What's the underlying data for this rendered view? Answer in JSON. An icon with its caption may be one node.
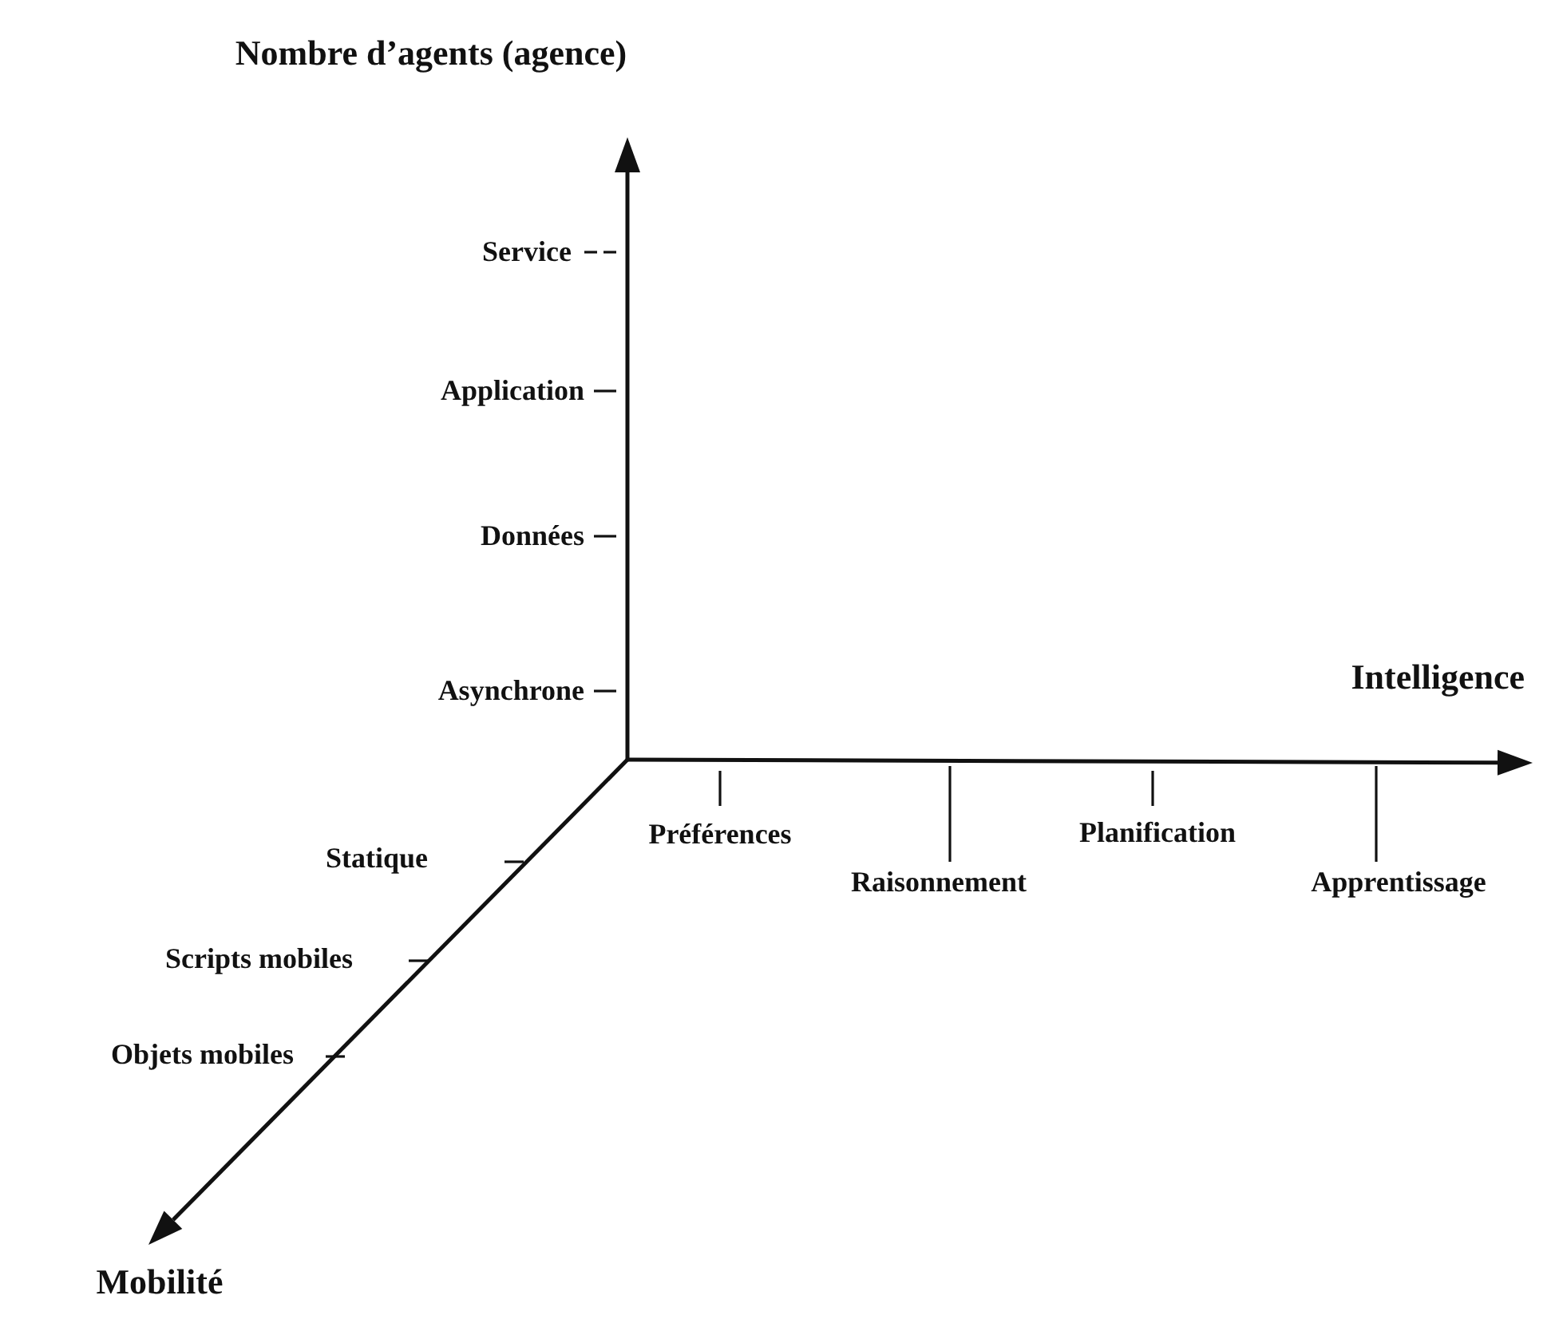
{
  "diagram": {
    "labels": [
      "Nombre d’agents (agence)",
      "Service",
      "Application",
      "Données",
      "Intelligence",
      "Asynchrone",
      "Préférences",
      "Planification",
      "Statique",
      "Raisonnement",
      "Apprentissage",
      "Scripts mobiles",
      "Objets mobiles",
      "Mobilité"
    ]
  }
}
